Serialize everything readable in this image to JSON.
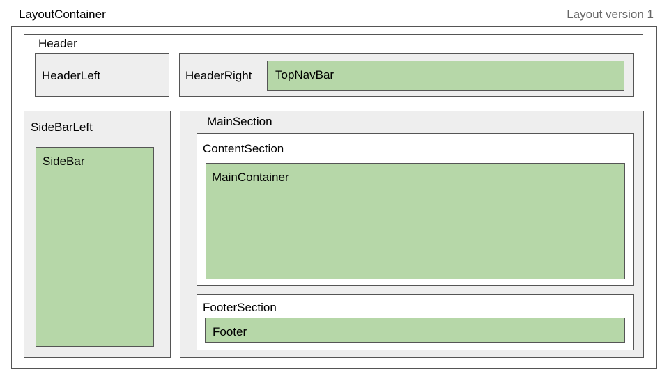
{
  "title": "LayoutContainer",
  "version_label": "Layout version 1",
  "header": {
    "label": "Header",
    "left_label": "HeaderLeft",
    "right_label": "HeaderRight",
    "topnav_label": "TopNavBar"
  },
  "sidebar_left": {
    "label": "SideBarLeft",
    "sidebar_label": "SideBar"
  },
  "main_section": {
    "label": "MainSection",
    "content_section": {
      "label": "ContentSection",
      "main_container_label": "MainContainer"
    },
    "footer_section": {
      "label": "FooterSection",
      "footer_label": "Footer"
    }
  },
  "colors": {
    "region": "#eeeeee",
    "component": "#b6d7a8",
    "border": "#555555",
    "version_text": "#666666"
  }
}
